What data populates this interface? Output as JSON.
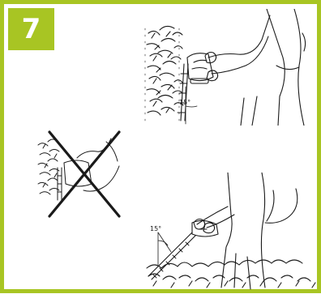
{
  "step": {
    "number": "7"
  },
  "illustrations": {
    "top_angle": "15°",
    "bottom_angle": "15°"
  },
  "colors": {
    "accent": "#a8c523",
    "ink": "#1a1a1a",
    "background": "#ffffff"
  }
}
